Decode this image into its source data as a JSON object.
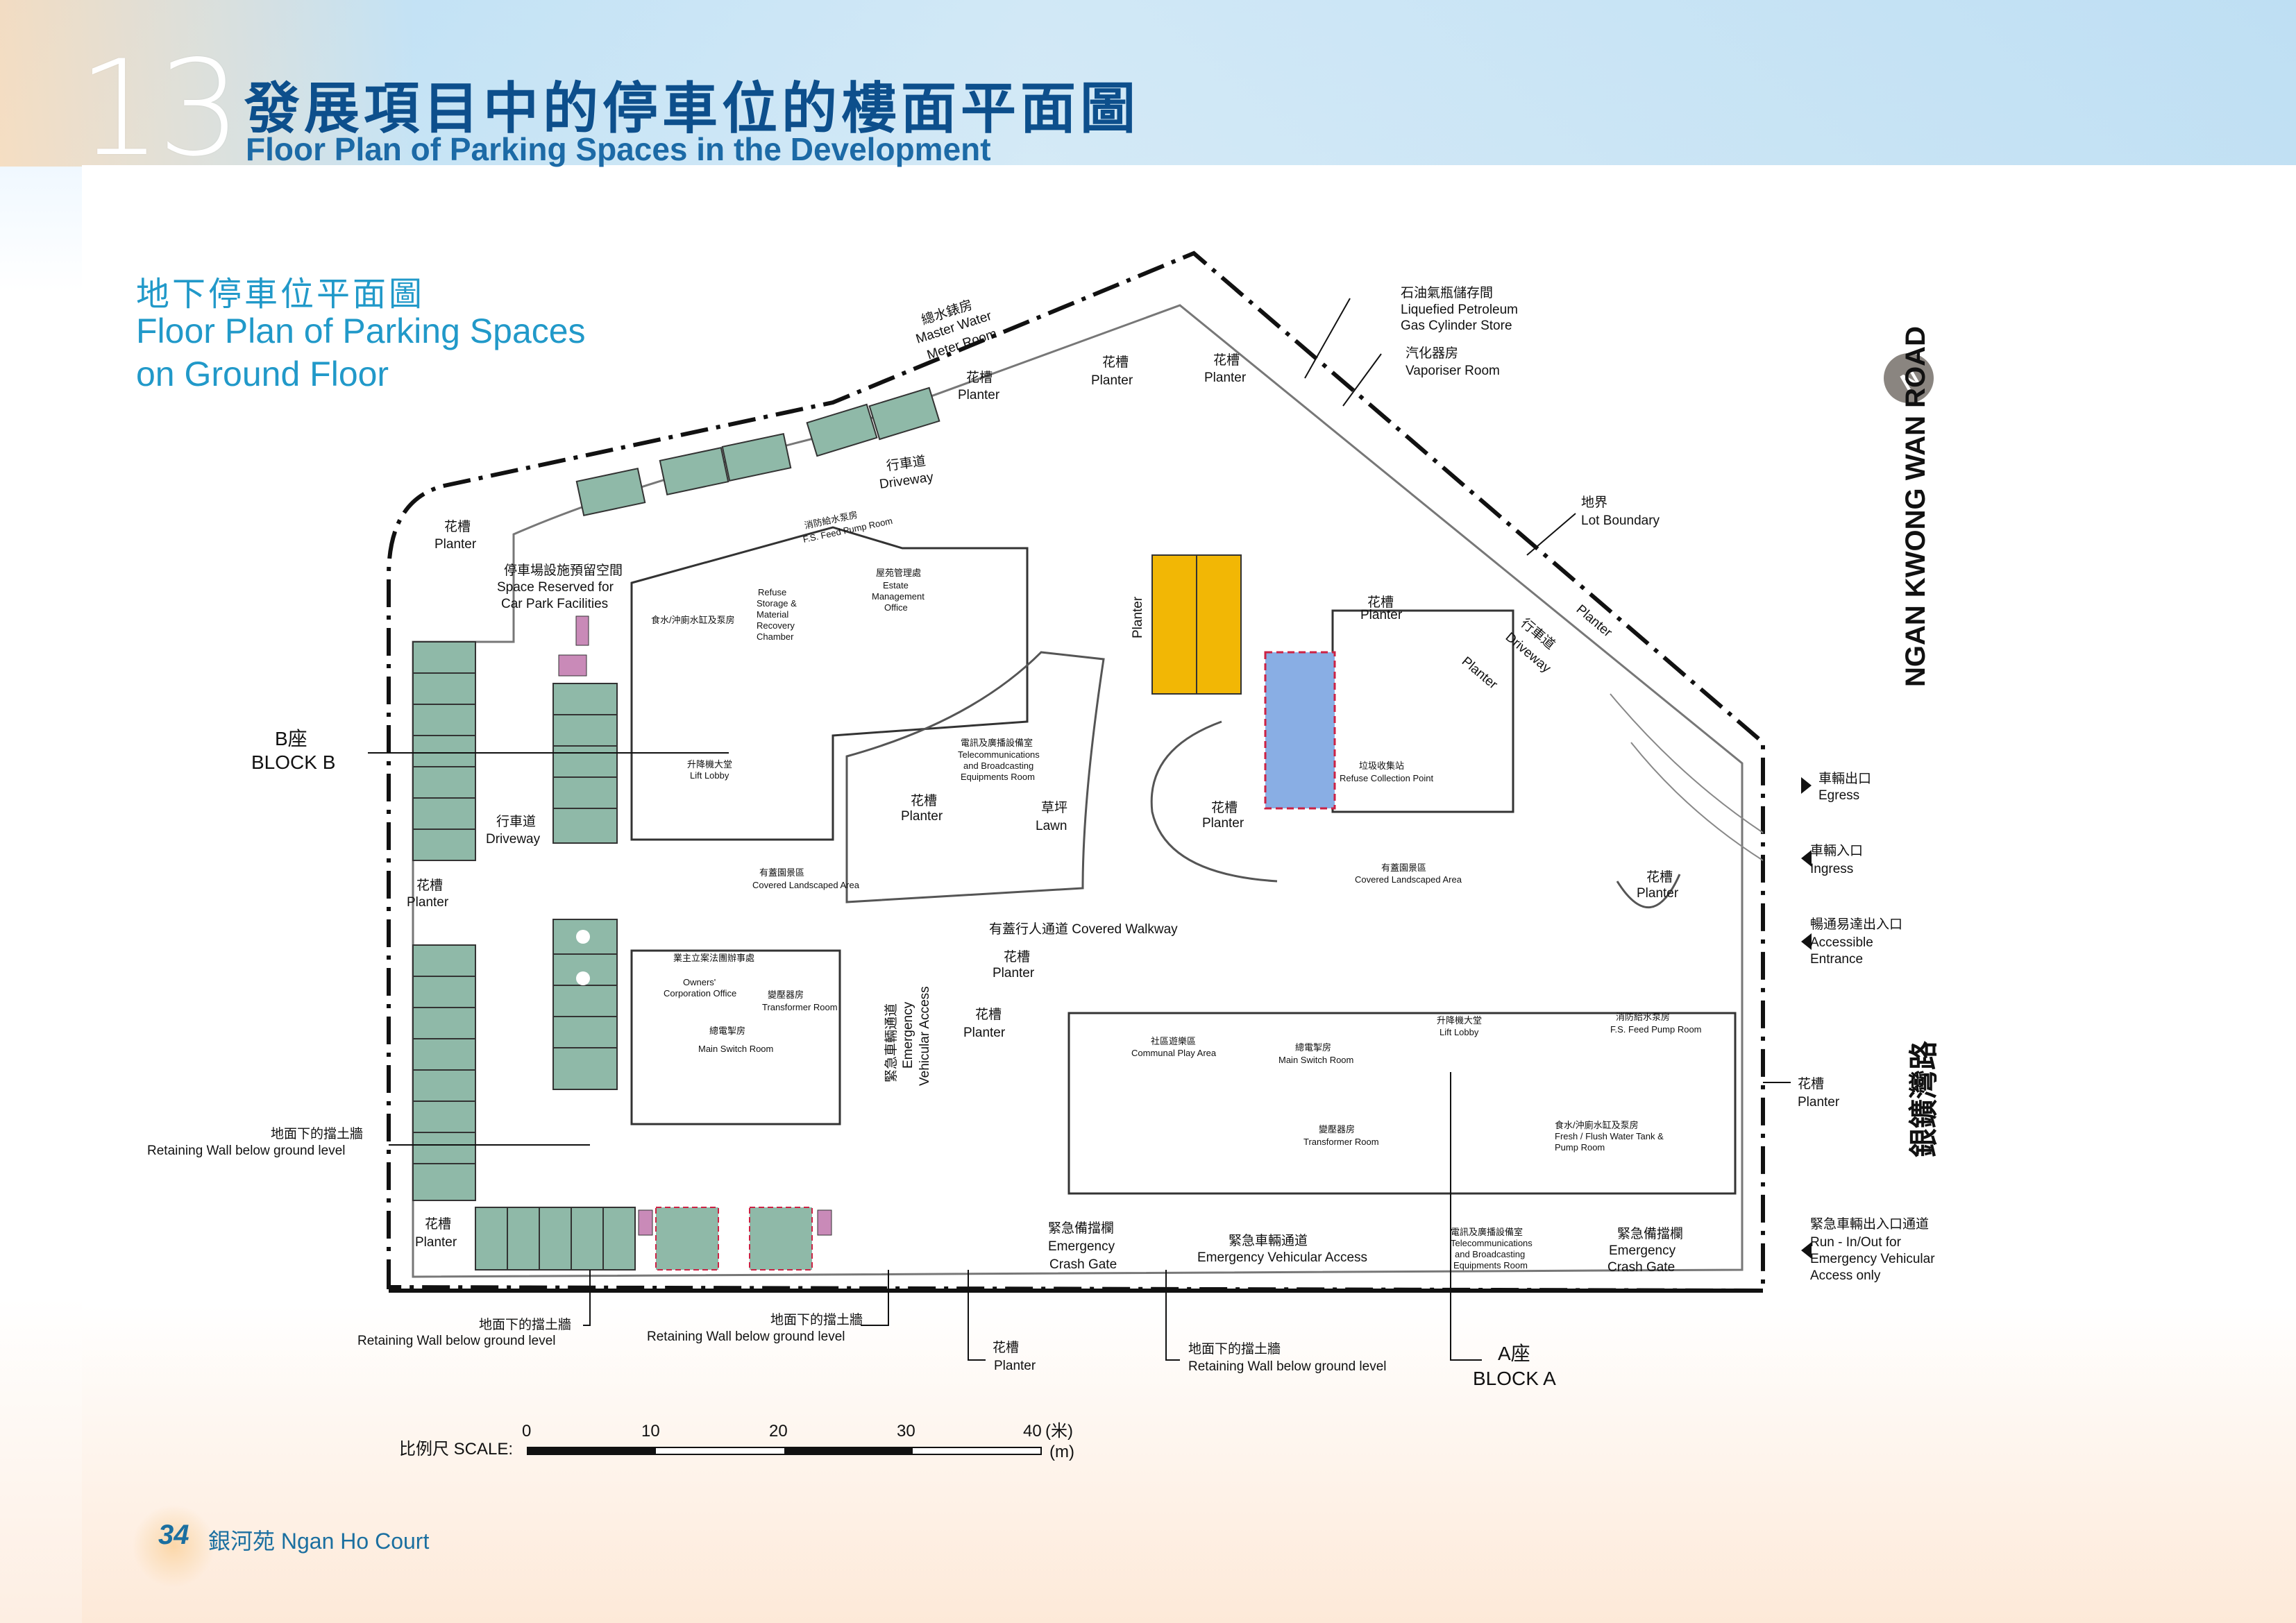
{
  "header": {
    "section_number": "13",
    "title_zh": "發展項目中的停車位的樓面平面圖",
    "title_en": "Floor Plan of Parking Spaces in the Development"
  },
  "subtitle": {
    "zh": "地下停車位平面圖",
    "en_line1": "Floor Plan of Parking Spaces",
    "en_line2": "on Ground Floor"
  },
  "plan_labels": {
    "master_water_zh": "總水錶房",
    "master_water_en1": "Master Water",
    "master_water_en2": "Meter Room",
    "planter_zh": "花槽",
    "planter_en": "Planter",
    "lpg_zh": "石油氣瓶儲存間",
    "lpg_en1": "Liquefied Petroleum",
    "lpg_en2": "Gas Cylinder Store",
    "vaporiser_zh": "汽化器房",
    "vaporiser_en": "Vaporiser Room",
    "lot_boundary_zh": "地界",
    "lot_boundary_en": "Lot Boundary",
    "driveway_zh": "行車道",
    "driveway_en": "Driveway",
    "reserved_zh": "停車場設施預留空間",
    "reserved_en1": "Space Reserved for",
    "reserved_en2": "Car Park Facilities",
    "block_b_zh": "B座",
    "block_b_en": "BLOCK B",
    "block_a_zh": "A座",
    "block_a_en": "BLOCK A",
    "lawn_zh": "草坪",
    "lawn_en": "Lawn",
    "covered_walkway": "有蓋行人通道 Covered Walkway",
    "covered_landscaped_zh": "有蓋園景區",
    "covered_landscaped_en": "Covered Landscaped Area",
    "evac_zh": "緊急車輛通道",
    "evac_en1": "Emergency",
    "evac_en2": "Vehicular Access",
    "retaining_zh": "地面下的擋土牆",
    "retaining_en": "Retaining Wall below ground level",
    "crash_zh": "緊急備擋欄",
    "crash_en1": "Emergency",
    "crash_en2": "Crash Gate",
    "evacc_zh": "緊急車輛通道",
    "evacc_en": "Emergency Vehicular Access",
    "egress_zh": "車輛出口",
    "egress_en": "Egress",
    "ingress_zh": "車輛入口",
    "ingress_en": "Ingress",
    "accessible_zh": "暢通易達出入口",
    "accessible_en1": "Accessible",
    "accessible_en2": "Entrance",
    "runin_zh": "緊急車輛出入口通道",
    "runin_en1": "Run - In/Out for",
    "runin_en2": "Emergency Vehicular",
    "runin_en3": "Access only",
    "refuse_collection_zh": "垃圾收集站",
    "refuse_collection_en": "Refuse Collection Point",
    "telecom_zh": "電訊及廣播設備室",
    "telecom_en1": "Telecommunications",
    "telecom_en2": "and Broadcasting",
    "telecom_en3": "Equipments Room",
    "lift_lobby_zh": "升降機大堂",
    "lift_lobby_en": "Lift Lobby",
    "transformer_zh": "變壓器房",
    "transformer_en": "Transformer Room",
    "main_switch_zh": "總電掣房",
    "main_switch_en": "Main Switch Room",
    "communal_zh": "社區遊樂區",
    "communal_en": "Communal Play Area",
    "fs_feed_zh": "消防給水泵房",
    "fs_feed_en": "F.S. Feed Pump Room",
    "fresh_water_zh": "食水/沖廁水缸及泵房",
    "fresh_water_en1": "Fresh / Flush Water Tank &",
    "fresh_water_en2": "Pump Room",
    "estate_zh": "屋苑管理處",
    "estate_en1": "Estate",
    "estate_en2": "Management",
    "estate_en3": "Office",
    "owners_zh": "業主立案法團辦事處",
    "owners_en1": "Owners'",
    "owners_en2": "Corporation Office",
    "refuse_storage_en1": "Refuse",
    "refuse_storage_en2": "Storage &",
    "refuse_storage_en3": "Material",
    "refuse_storage_en4": "Recovery",
    "refuse_storage_en5": "Chamber",
    "road_en": "NGAN KWONG WAN ROAD",
    "road_zh": "銀鑛灣路"
  },
  "scale": {
    "label": "比例尺 SCALE:",
    "ticks": [
      "0",
      "10",
      "20",
      "30",
      "40"
    ],
    "unit_zh": "(米)",
    "unit_en": "(m)"
  },
  "footer": {
    "page_number": "34",
    "name": "銀河苑  Ngan Ho Court"
  },
  "colors": {
    "parking": "#8fb9a8",
    "title": "#0d4f8c",
    "accent": "#2199c9",
    "loading_bay": "#f2b705",
    "refuse_blue": "#89aee4"
  }
}
